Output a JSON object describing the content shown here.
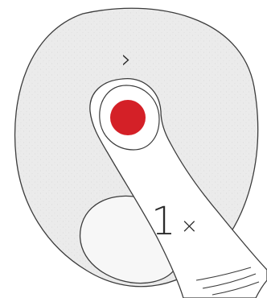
{
  "instruction": {
    "chevron": "›",
    "press_count": "1",
    "press_multiplier": "×"
  },
  "icons": {
    "device": "round-device-panel",
    "button": "circular-button",
    "finger": "pointing-finger-icon",
    "indicator": "red-press-dot"
  },
  "colors": {
    "device_fill": "#ebebeb",
    "outline": "#3c3c3c",
    "button_fill": "#f7f7f7",
    "finger_fill": "#ffffff",
    "indicator": "#d42027"
  }
}
